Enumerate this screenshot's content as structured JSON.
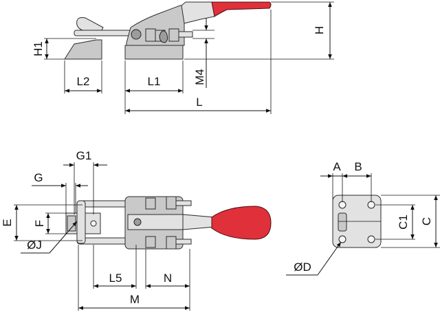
{
  "labels": {
    "H1": "H1",
    "L2": "L2",
    "L1": "L1",
    "M4": "M4",
    "L": "L",
    "H": "H",
    "G1": "G1",
    "G": "G",
    "E": "E",
    "F": "F",
    "J": "ØJ",
    "L5": "L5",
    "N": "N",
    "M": "M",
    "A": "A",
    "B": "B",
    "C1": "C1",
    "C": "C",
    "D": "ØD"
  },
  "colors": {
    "handle": "#e0303a",
    "metal": "#c9c9c9",
    "line": "#111111"
  }
}
